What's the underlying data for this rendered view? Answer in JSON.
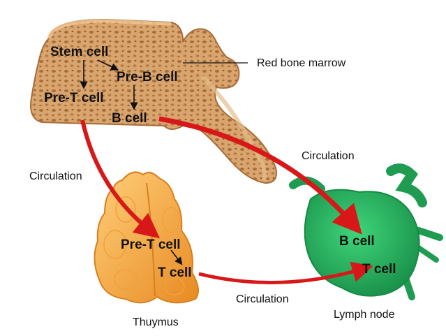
{
  "bone": {
    "stem_cell": "Stem cell",
    "pre_b_cell": "Pre-B cell",
    "pre_t_cell": "Pre-T cell",
    "b_cell": "B cell",
    "callout": "Red bone marrow"
  },
  "thymus": {
    "pre_t_cell": "Pre-T cell",
    "t_cell": "T cell",
    "name": "Thuymus"
  },
  "lymph_node": {
    "b_cell": "B cell",
    "t_cell": "T cell",
    "name": "Lymph node"
  },
  "circulation": {
    "left": "Circulation",
    "right": "Circulation",
    "bottom": "Circulation"
  },
  "colors": {
    "bone": "#d9a56f",
    "bone_dark": "#a86c38",
    "thymus": "#f5a945",
    "thymus_dark": "#d97f1e",
    "lymph_node": "#2bb060",
    "lymph_dark": "#168a45",
    "arrow": "#d81818"
  }
}
